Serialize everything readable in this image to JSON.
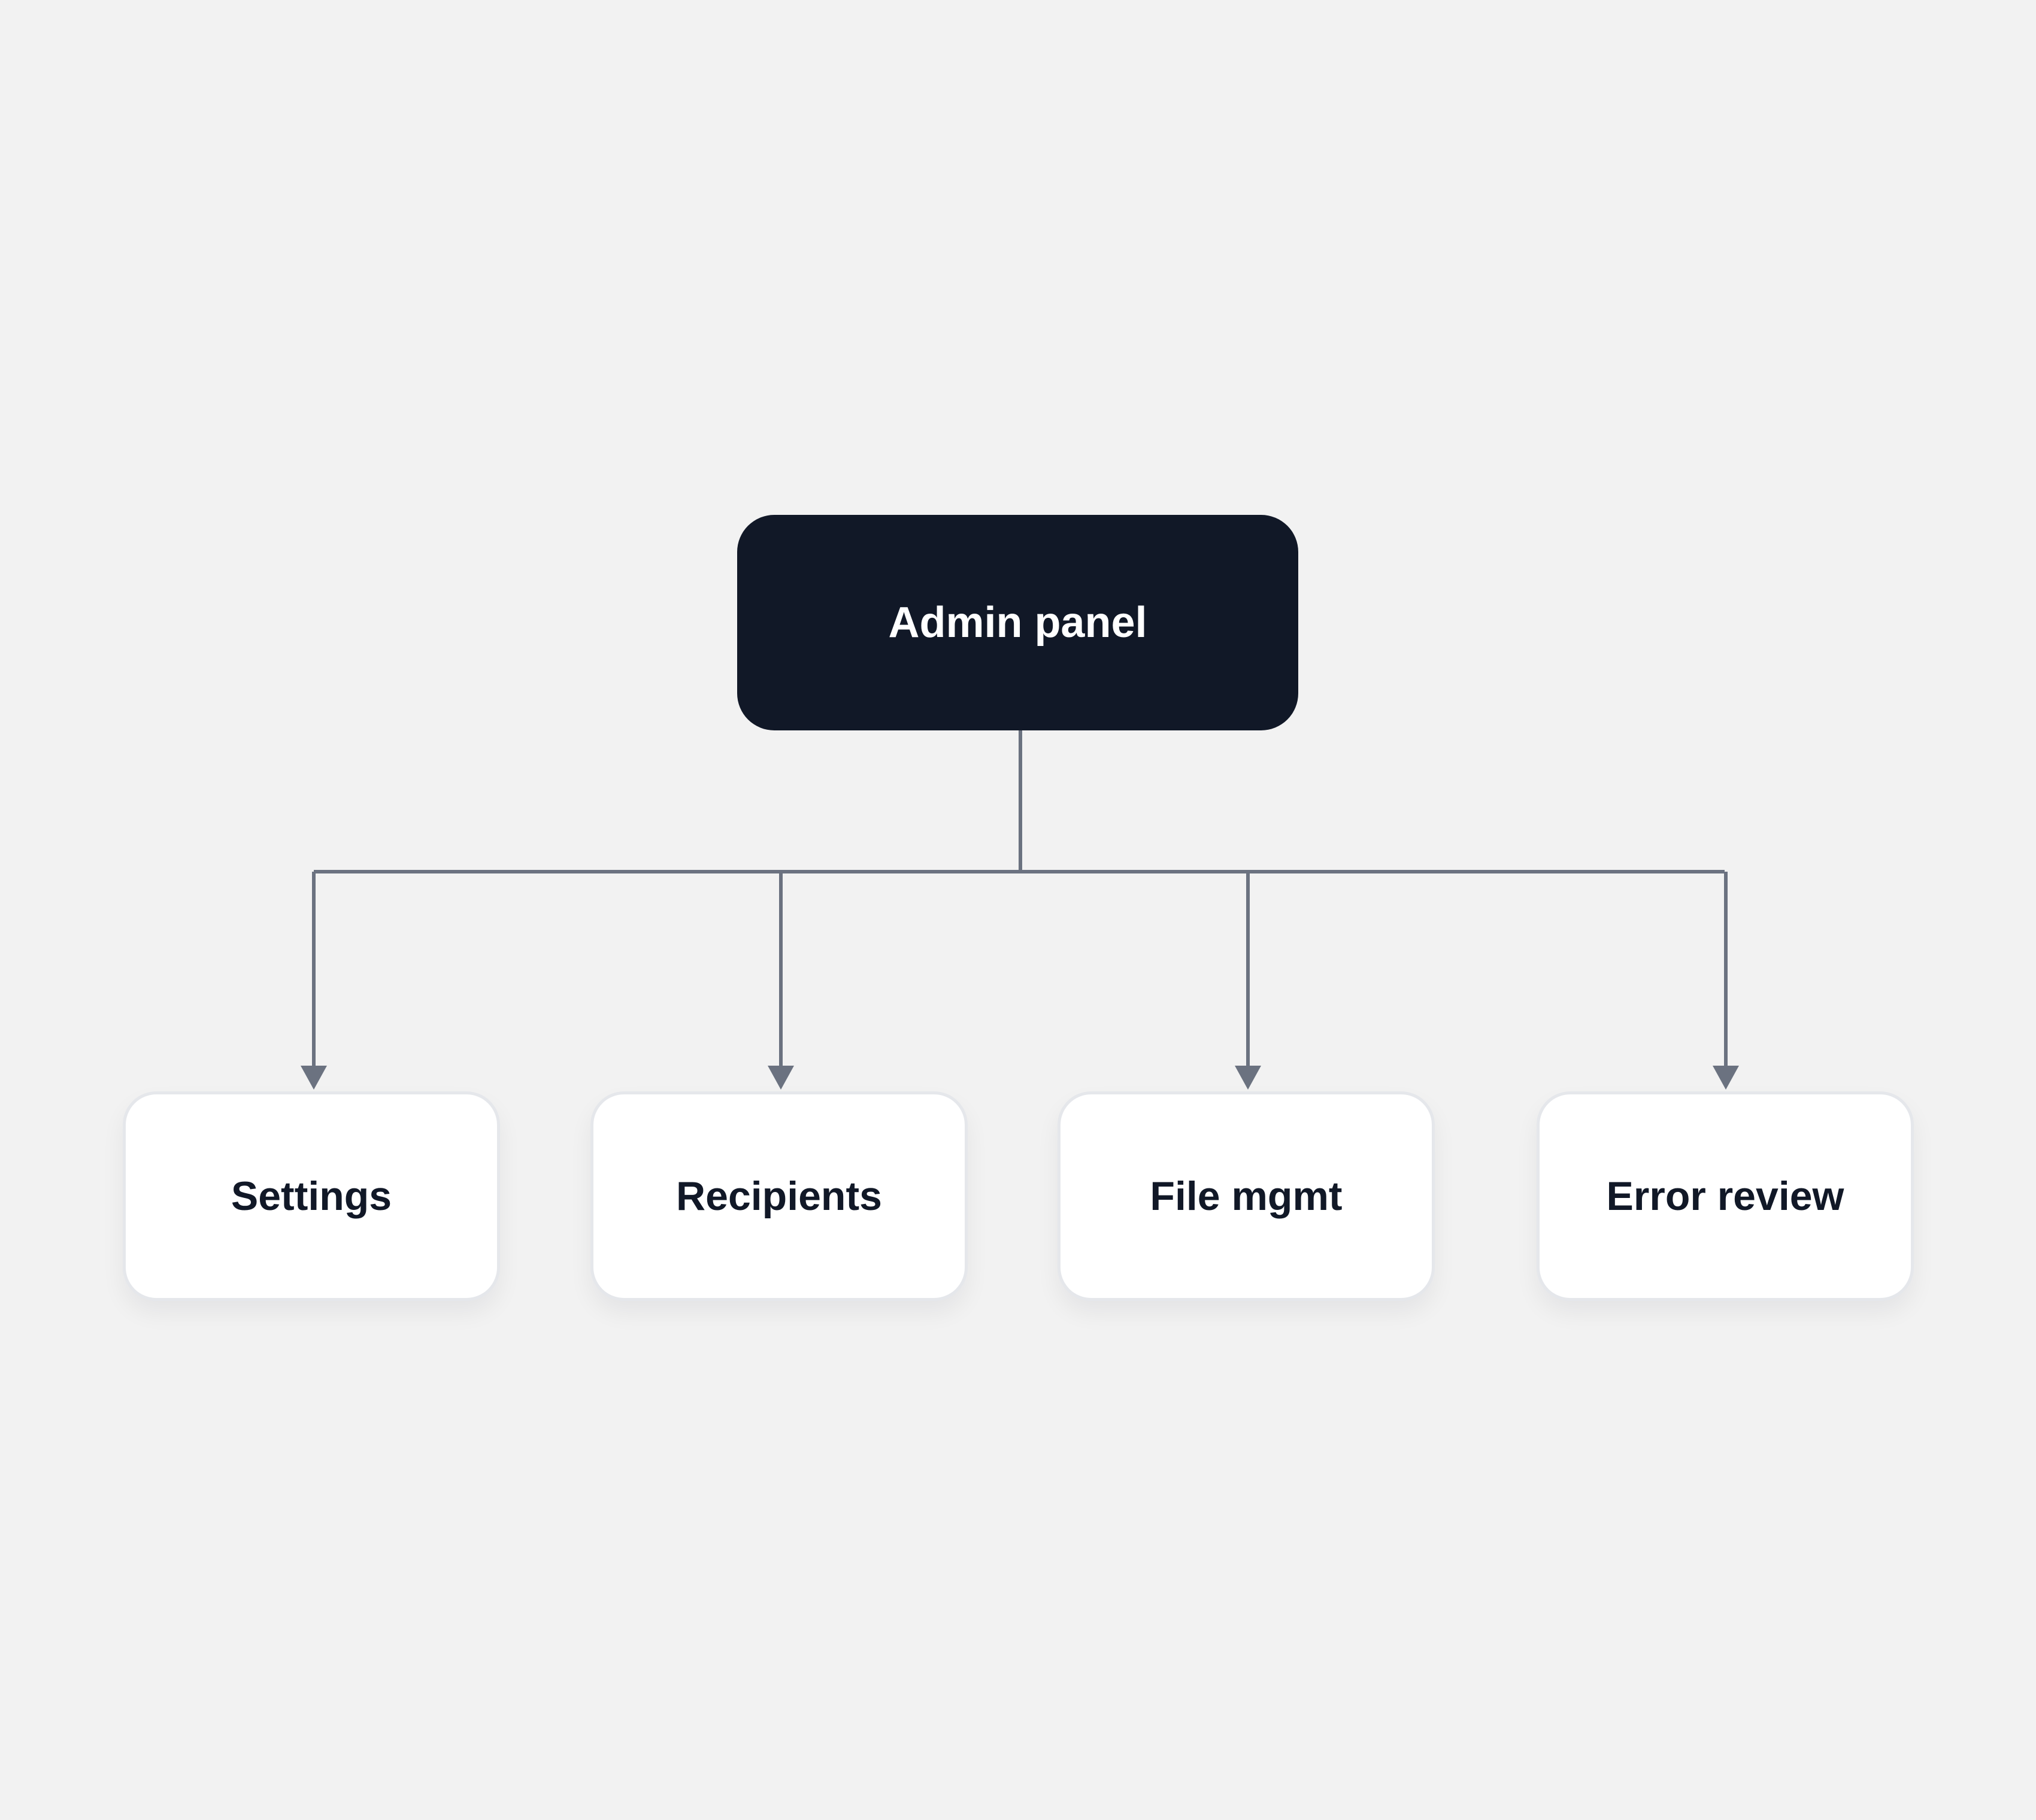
{
  "diagram": {
    "root": {
      "label": "Admin panel"
    },
    "children": [
      {
        "label": "Settings"
      },
      {
        "label": "Recipients"
      },
      {
        "label": "File mgmt"
      },
      {
        "label": "Error review"
      }
    ]
  },
  "colors": {
    "background": "#f2f2f2",
    "root_fill": "#111827",
    "root_text": "#ffffff",
    "child_fill": "#ffffff",
    "child_border": "#e5e7eb",
    "child_text": "#111827",
    "connector": "#6b7280"
  }
}
